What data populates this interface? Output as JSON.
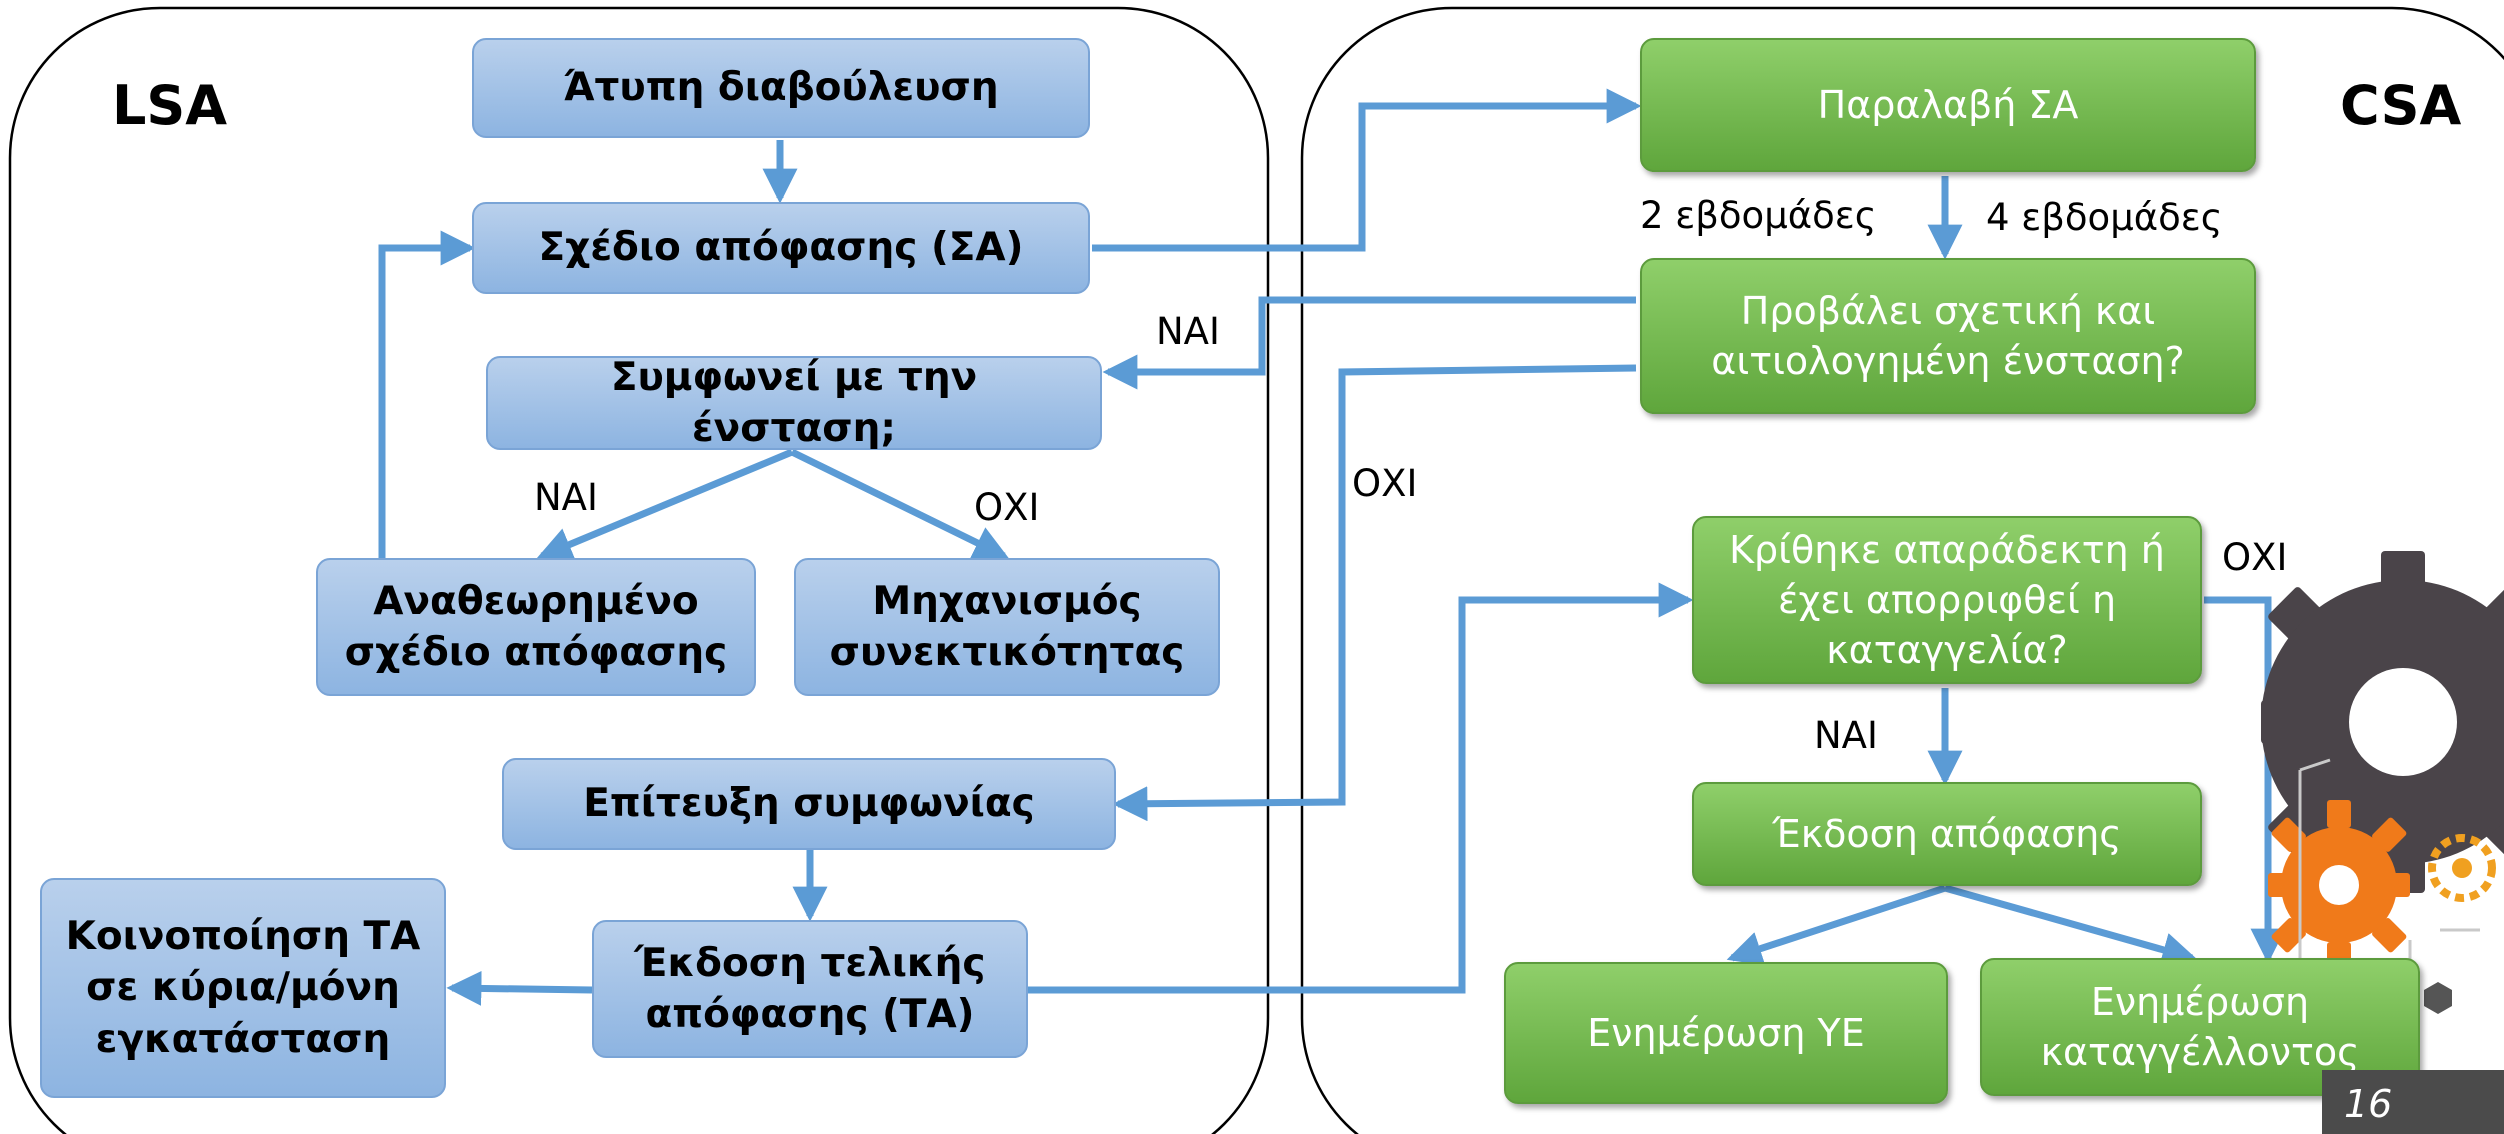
{
  "regions": {
    "left_title": "LSA",
    "right_title": "CSA"
  },
  "lsa_boxes": {
    "informal": "Άτυπη διαβούλευση",
    "draft": "Σχέδιο απόφασης (ΣΑ)",
    "agree_q": "Συμφωνεί με την ένσταση;",
    "revised_1": "Αναθεωρημένο",
    "revised_2": "σχέδιο απόφασης",
    "mechanism_1": "Μηχανισμός",
    "mechanism_2": "συνεκτικότητας",
    "agreement": "Επίτευξη συμφωνίας",
    "final_1": "Έκδοση τελικής",
    "final_2": "απόφασης (ΤΑ)",
    "notify_1": "Κοινοποίηση ΤΑ",
    "notify_2": "σε κύρια/μόνη",
    "notify_3": "εγκατάσταση"
  },
  "csa_boxes": {
    "receive": "Παραλαβή ΣΑ",
    "objection_1": "Προβάλει σχετική και",
    "objection_2": "αιτιολογημένη ένσταση?",
    "complaint_1": "Κρίθηκε απαράδεκτη ή",
    "complaint_2": "έχει απορριφθεί η",
    "complaint_3": "καταγγελία?",
    "decision": "Έκδοση απόφασης",
    "inform_sa": "Ενημέρωση ΥΕ",
    "inform_comp_1": "Ενημέρωση",
    "inform_comp_2": "καταγγέλλοντος"
  },
  "labels": {
    "two_weeks": "2 εβδομάδες",
    "four_weeks": "4 εβδομάδες",
    "yes_objection": "ΝΑΙ",
    "yes_agree": "ΝΑΙ",
    "no_agree": "ΟΧΙ",
    "no_objection": "ΟΧΙ",
    "no_complaint": "ΟΧΙ",
    "yes_complaint": "ΝΑΙ"
  },
  "slide_number": "16",
  "colors": {
    "arrow": "#5b9bd5",
    "blue_box": "#9dc0e8",
    "green_box": "#70b84a",
    "gear_dark": "#4a4449",
    "gear_orange": "#f07a1a"
  }
}
